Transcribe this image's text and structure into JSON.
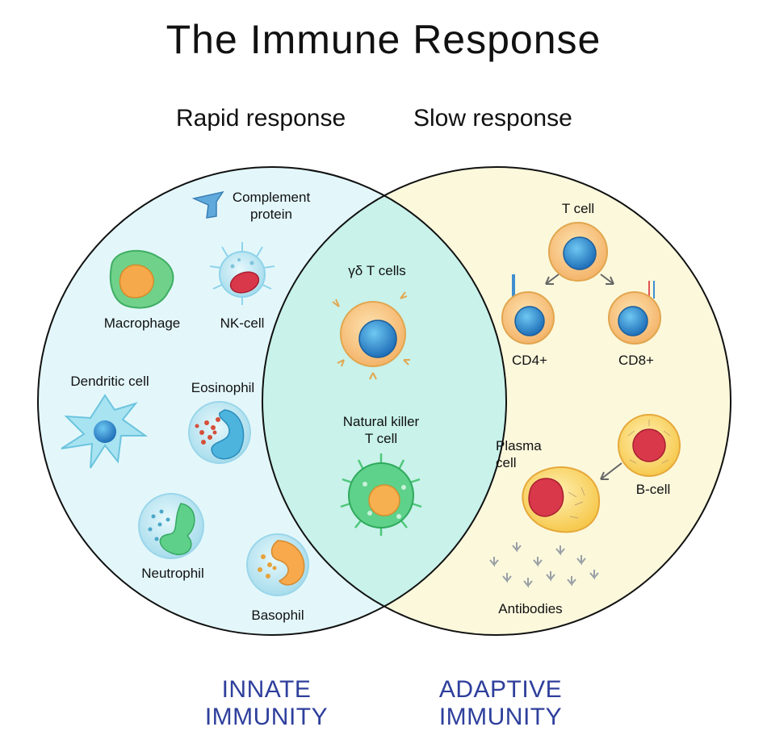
{
  "title": "The Immune Response",
  "headers": {
    "rapid": "Rapid response",
    "slow": "Slow response"
  },
  "innate": {
    "line1": "INNATE",
    "line2": "IMMUNITY",
    "complement_line1": "Complement",
    "complement_line2": "protein",
    "macrophage": "Macrophage",
    "nk_cell": "NK-cell",
    "dendritic": "Dendritic cell",
    "eosinophil": "Eosinophil",
    "neutrophil": "Neutrophil",
    "basophil": "Basophil"
  },
  "overlap": {
    "gd_t_cells": "γδ T cells",
    "nkt_line1": "Natural killer",
    "nkt_line2": "T cell"
  },
  "adaptive": {
    "line1": "ADAPTIVE",
    "line2": "IMMUNITY",
    "t_cell": "T cell",
    "cd4": "CD4+",
    "cd8": "CD8+",
    "plasma_line1": "Plasma",
    "plasma_line2": "cell",
    "b_cell": "B-cell",
    "antibodies": "Antibodies"
  },
  "colors": {
    "innate_fill": "#e3f7fb",
    "adaptive_fill": "#fbf8dc",
    "overlap_fill": "#c8f2ea",
    "label_blue": "#2e3f9c"
  }
}
